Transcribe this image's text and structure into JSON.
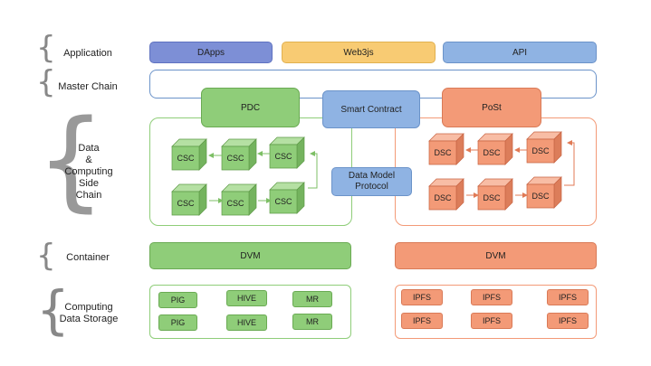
{
  "layers": {
    "application": "Application",
    "master_chain": "Master Chain",
    "side_chain": [
      "Data",
      "&",
      "Computing",
      "Side",
      "Chain"
    ],
    "container": "Container",
    "storage": [
      "Computing",
      "Data Storage"
    ]
  },
  "application_bar": {
    "dapps": "DApps",
    "web3js": "Web3js",
    "api": "API"
  },
  "master": {
    "pdc": "PDC",
    "smart_contract": "Smart Contract",
    "post": "PoSt"
  },
  "data_model": [
    "Data Model",
    "Protocol"
  ],
  "csc_label": "CSC",
  "dsc_label": "DSC",
  "container": {
    "left": "DVM",
    "right": "DVM"
  },
  "storage_left": [
    "PIG",
    "HIVE",
    "MR",
    "PIG",
    "HIVE",
    "MR"
  ],
  "storage_right": [
    "IPFS",
    "IPFS",
    "IPFS",
    "IPFS",
    "IPFS",
    "IPFS"
  ],
  "colors": {
    "blue": "#8fb3e3",
    "purple": "#7d8fd6",
    "yellow": "#f8cb73",
    "green": "#8fcd79",
    "orange": "#f39a77"
  }
}
